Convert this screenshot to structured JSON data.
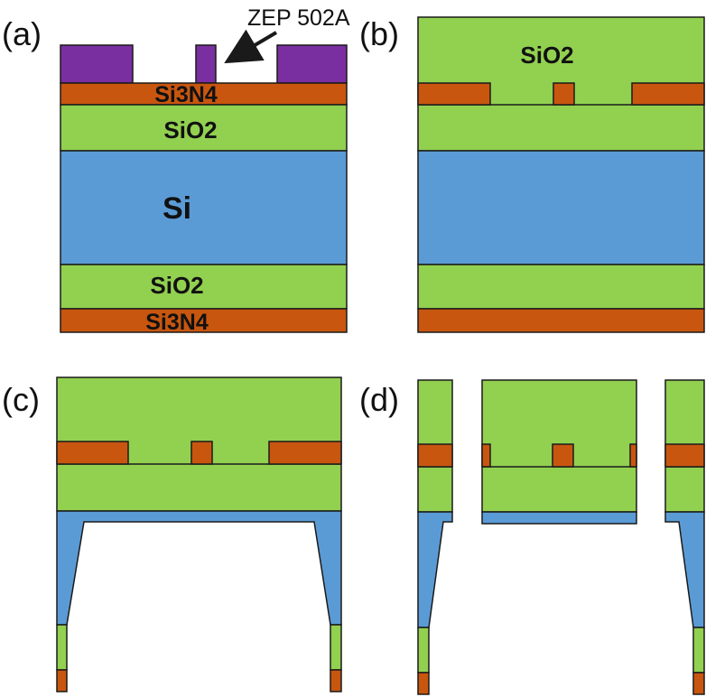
{
  "panels": {
    "a": {
      "label": "(a)"
    },
    "b": {
      "label": "(b)"
    },
    "c": {
      "label": "(c)"
    },
    "d": {
      "label": "(d)"
    }
  },
  "annotations": {
    "resist_label": "ZEP 502A"
  },
  "layers": {
    "a_top_nitride": "Si3N4",
    "a_top_oxide": "SiO2",
    "a_substrate": "Si",
    "a_bottom_oxide": "SiO2",
    "a_bottom_nitride": "Si3N4",
    "b_cladding_oxide": "SiO2"
  },
  "colors": {
    "resist": "#7a2fa0",
    "nitride": "#c8560f",
    "oxide": "#92d050",
    "silicon": "#5b9bd5",
    "outline": "#1a1a1a"
  },
  "icons": {
    "callout_arrow": "arrow-icon"
  }
}
